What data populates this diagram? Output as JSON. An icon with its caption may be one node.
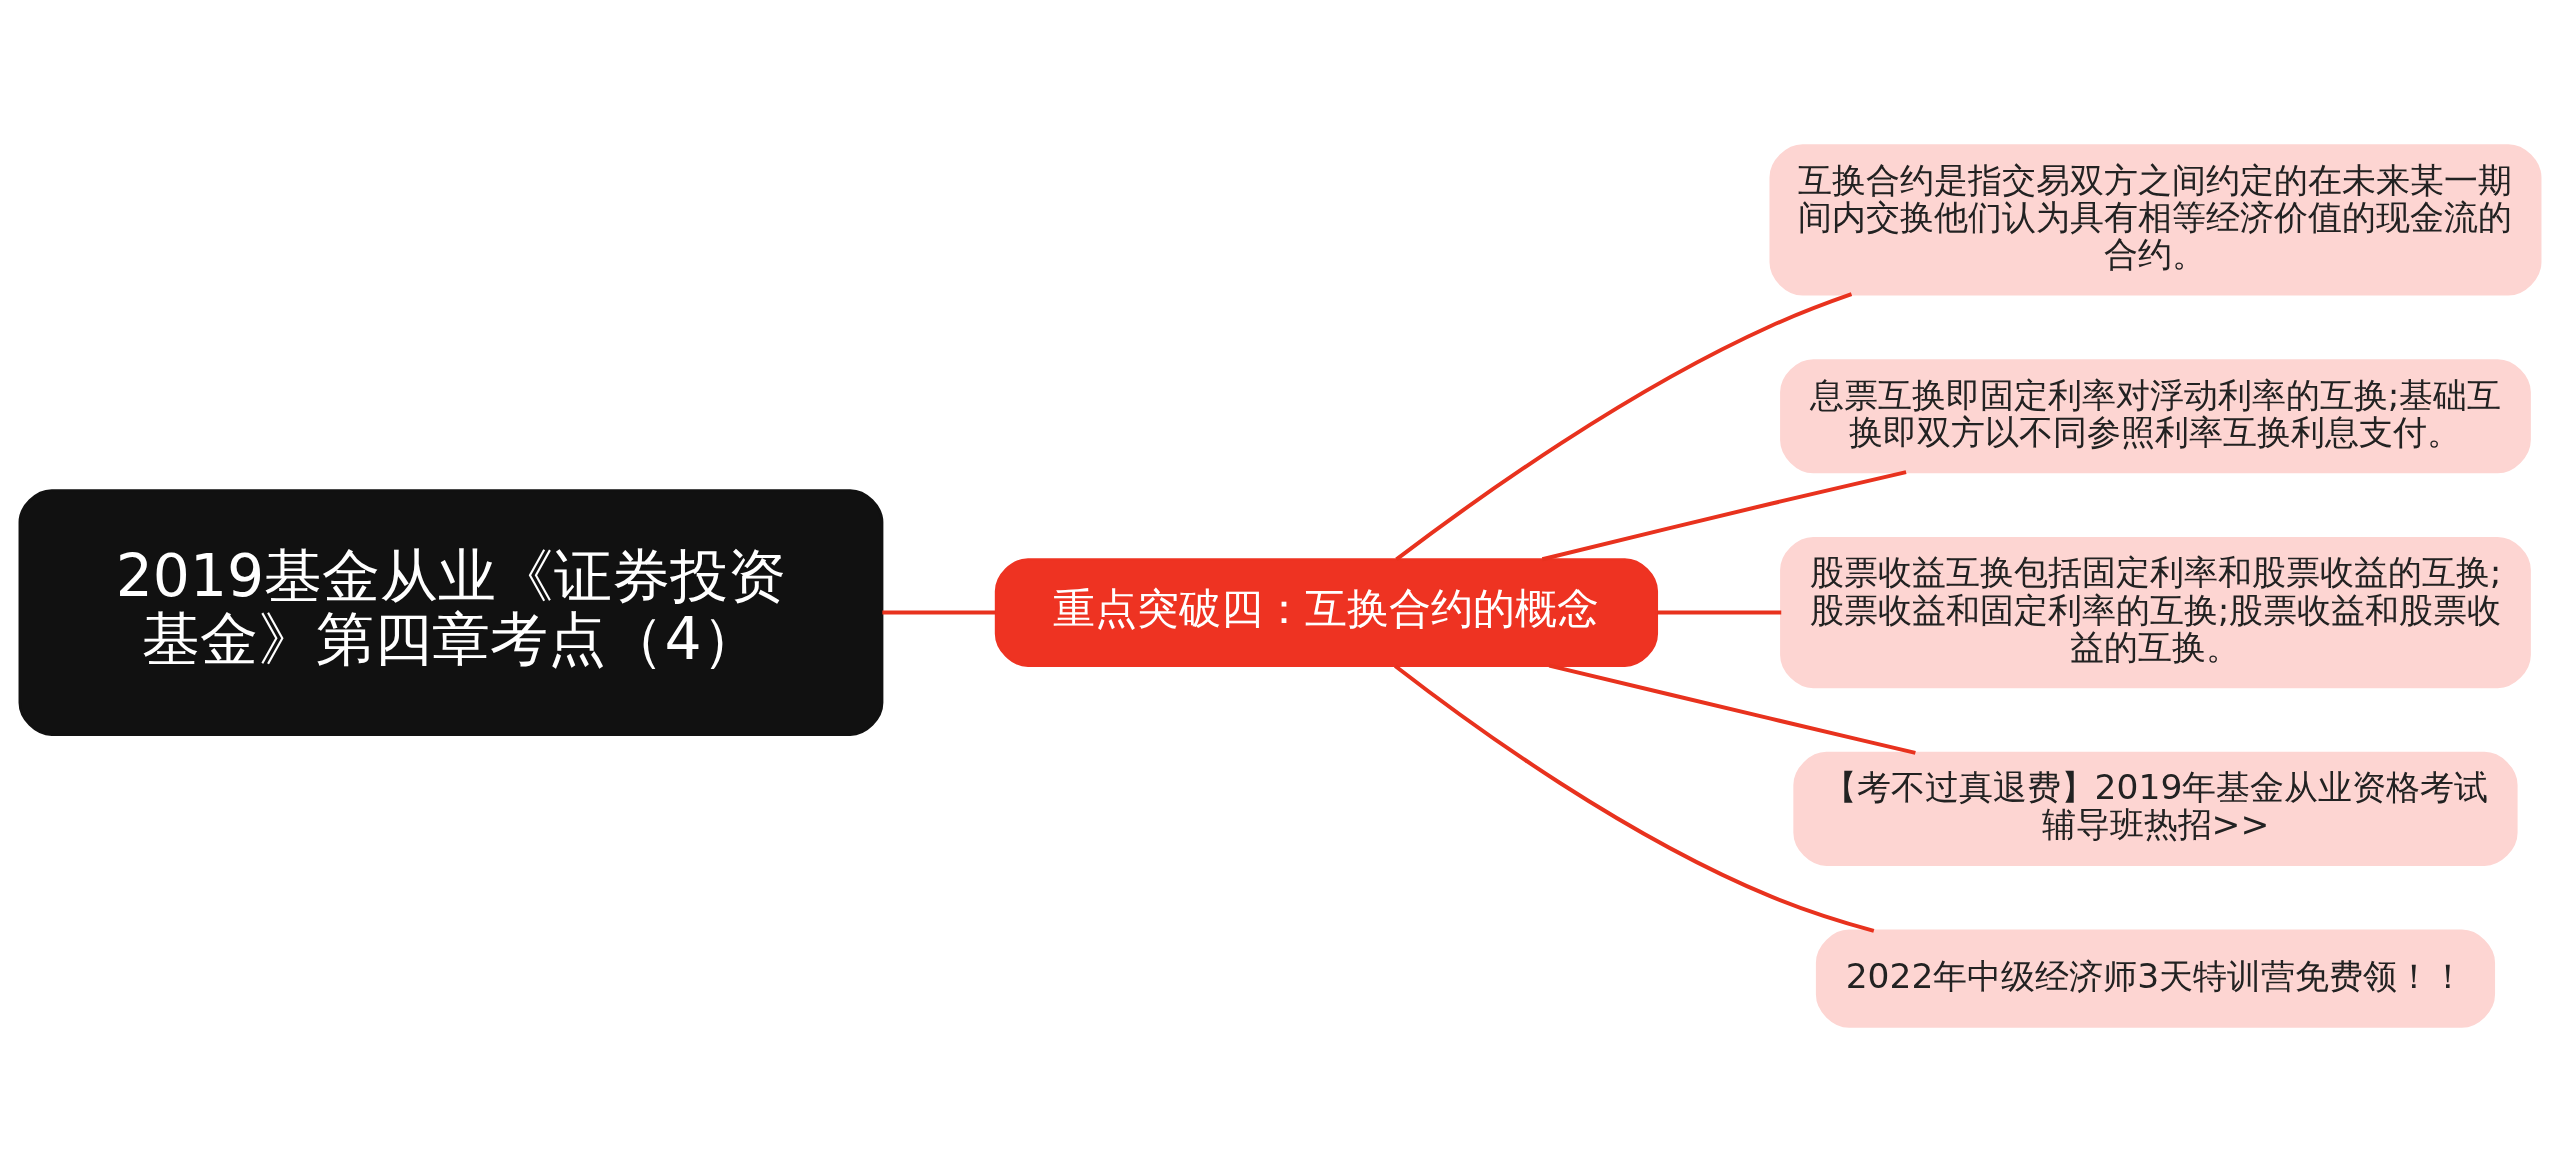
{
  "diagram": {
    "nodes": [
      {
        "text": [
          "2019基金从业《证券投资基金》第四章考点（4）"
        ]
      },
      {
        "text": [
          "重点突破四：互换合约的概念"
        ]
      },
      {
        "text": [
          "互换合约是指交易双方之间约定的在未来某一期间内交换他们认为具有相等经济价值的现金流的合约。"
        ]
      },
      {
        "text": [
          "息票互换即固定利率对浮动利率的互换;基础互换即双方以不同参照利率互换利息支付。"
        ]
      },
      {
        "text": [
          "股票收益互换包括固定利率和股票收益的互换;股票收益和固定利率的互换;股票收益和股票收益的互换。"
        ]
      },
      {
        "text": [
          "【考不过真退费】2019年基金从业资格考试辅导班热招>>"
        ]
      },
      {
        "text": [
          "2022年中级经济师3天特训营免费领！！"
        ]
      }
    ],
    "edges": [
      {
        "from": 0,
        "to": 1,
        "arrow": "none"
      },
      {
        "from": 1,
        "to": 2,
        "arrow": "none"
      },
      {
        "from": 1,
        "to": 3,
        "arrow": "none"
      },
      {
        "from": 1,
        "to": 4,
        "arrow": "none"
      },
      {
        "from": 1,
        "to": 5,
        "arrow": "none"
      },
      {
        "from": 1,
        "to": 6,
        "arrow": "none"
      }
    ]
  }
}
